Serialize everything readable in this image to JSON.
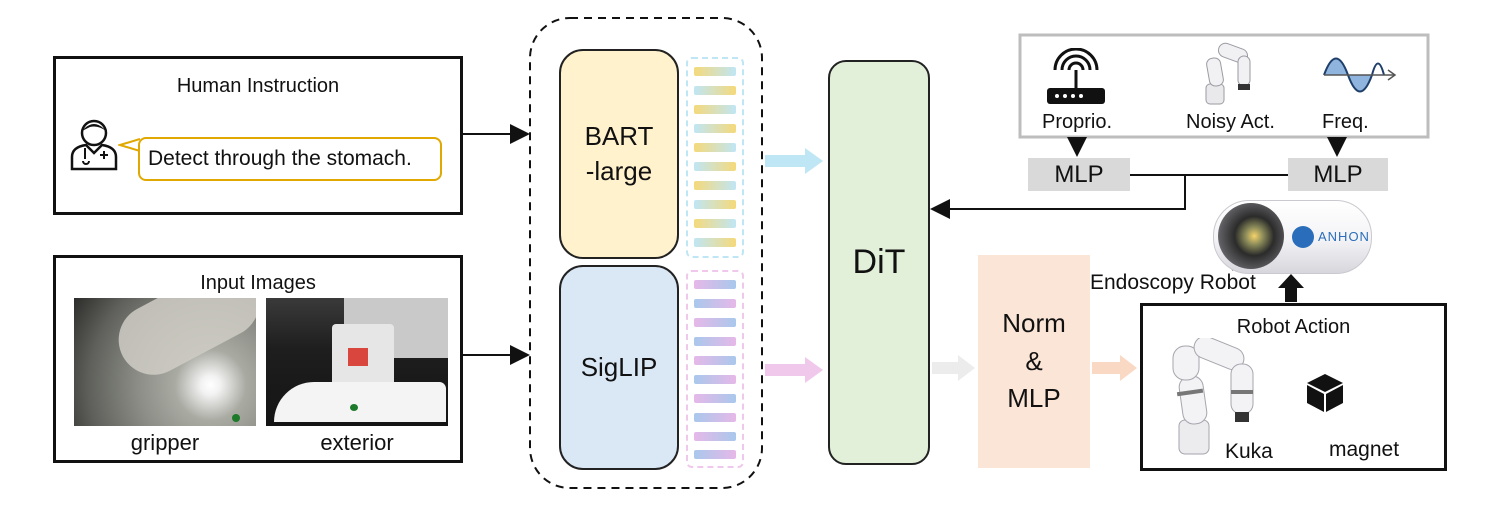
{
  "human_instruction": {
    "title": "Human Instruction",
    "bubble_text": "Detect through the stomach."
  },
  "input_images": {
    "title": "Input Images",
    "captions": [
      "gripper",
      "exterior"
    ]
  },
  "encoders": {
    "language": "BART\n-large",
    "vision": "SigLIP"
  },
  "backbone": "DiT",
  "head": "Norm\n&\nMLP",
  "state_inputs": {
    "labels": [
      "Proprio.",
      "Noisy Act.",
      "Freq."
    ],
    "mlp_left": "MLP",
    "mlp_right": "MLP"
  },
  "endoscopy": {
    "label": "Endoscopy Robot",
    "brand": "ANHON"
  },
  "robot_action": {
    "title": "Robot Action",
    "kuka": "Kuka",
    "magnet": "magnet"
  },
  "colors": {
    "bart": "#fff2cc",
    "siglip": "#dae8f6",
    "dit": "#e2f0d9",
    "norm": "#fbe5d6",
    "mlp": "#d9d9d9",
    "bubble_border": "#e0a800",
    "arrow_blue": "#bfe6f5",
    "arrow_pink": "#f0c8ec",
    "arrow_gray": "#ececec",
    "arrow_peach": "#f9d9c4"
  }
}
